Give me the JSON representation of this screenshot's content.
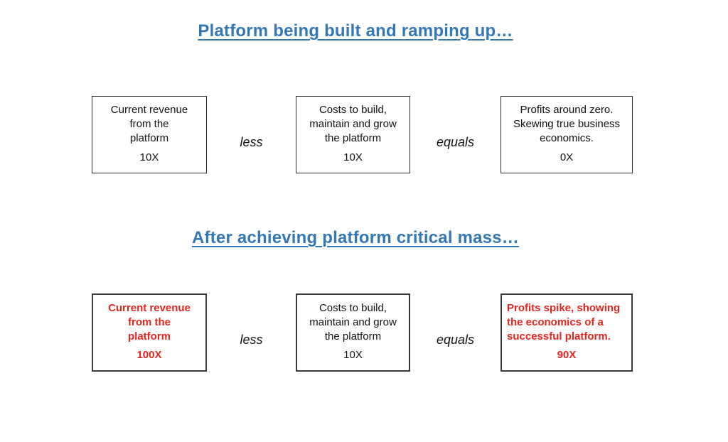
{
  "colors": {
    "heading_blue": "#3477b5",
    "accent_red": "#e4251e",
    "box_border_dark": "#2b2b2b",
    "text_black": "#111111"
  },
  "sections": [
    {
      "heading": "Platform being built and ramping up…",
      "operators": {
        "less": "less",
        "equals": "equals"
      },
      "boxes": [
        {
          "text": "Current revenue\nfrom the\nplatform",
          "value": "10X"
        },
        {
          "text": "Costs to build,\nmaintain and grow\nthe platform",
          "value": "10X"
        },
        {
          "text": "Profits around zero.\nSkewing true business\neconomics.",
          "value": "0X"
        }
      ]
    },
    {
      "heading": "After achieving platform critical mass…",
      "operators": {
        "less": "less",
        "equals": "equals"
      },
      "boxes": [
        {
          "text": "Current revenue\nfrom the\nplatform",
          "value": "100X"
        },
        {
          "text": "Costs to build,\nmaintain and grow\nthe platform",
          "value": "10X"
        },
        {
          "text": "Profits spike, showing\nthe economics of a\nsuccessful platform.",
          "value": "90X"
        }
      ]
    }
  ]
}
